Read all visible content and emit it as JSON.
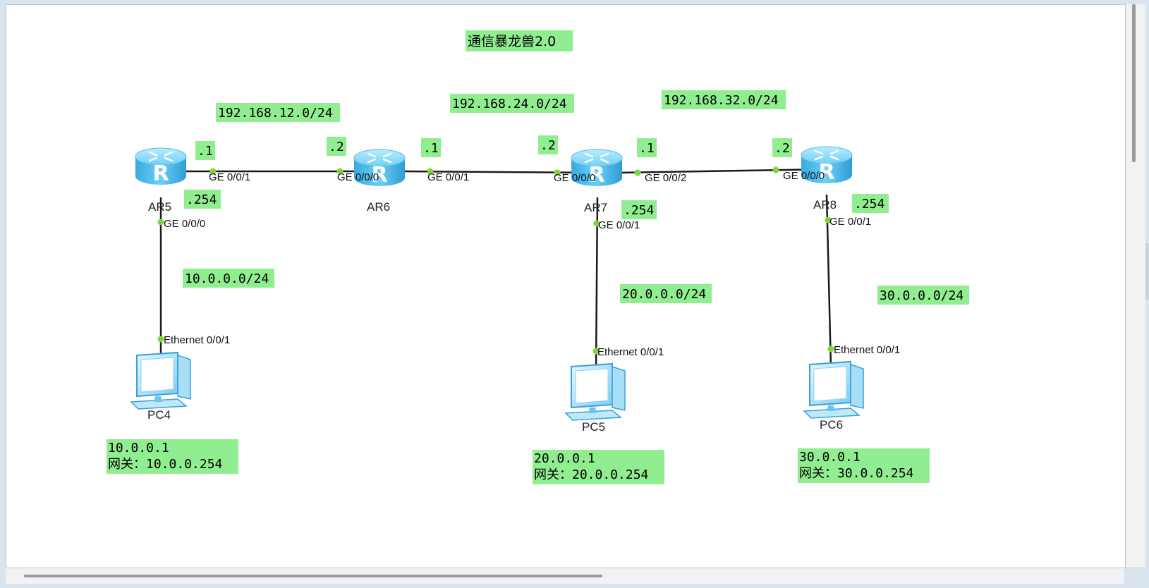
{
  "title": "通信暴龙兽2.0",
  "colors": {
    "label_bg": "#90ee90",
    "port_dot": "#7dd63a",
    "link": "#1a1a1a",
    "router": "#5cc8f0"
  },
  "subnets": {
    "r5_r6": "192.168.12.0/24",
    "r6_r7": "192.168.24.0/24",
    "r7_r8": "192.168.32.0/24",
    "r5_pc4": "10.0.0.0/24",
    "r7_pc5": "20.0.0.0/24",
    "r8_pc6": "30.0.0.0/24"
  },
  "host_octets": {
    "ar5_to_ar6": ".1",
    "ar6_to_ar5": ".2",
    "ar6_to_ar7": ".1",
    "ar7_to_ar6": ".2",
    "ar7_to_ar8": ".1",
    "ar8_to_ar7": ".2",
    "ar5_lan": ".254",
    "ar7_lan": ".254",
    "ar8_lan": ".254"
  },
  "devices": {
    "ar5": "AR5",
    "ar6": "AR6",
    "ar7": "AR7",
    "ar8": "AR8",
    "pc4": "PC4",
    "pc5": "PC5",
    "pc6": "PC6"
  },
  "ports": {
    "ar5_g001": "GE 0/0/1",
    "ar5_g000": "GE 0/0/0",
    "ar6_g000": "GE 0/0/0",
    "ar6_g001": "GE 0/0/1",
    "ar7_g000": "GE 0/0/0",
    "ar7_g002": "GE 0/0/2",
    "ar7_g001": "GE 0/0/1",
    "ar8_g000": "GE 0/0/0",
    "ar8_g001": "GE 0/0/1",
    "pc4_eth": "Ethernet 0/0/1",
    "pc5_eth": "Ethernet 0/0/1",
    "pc6_eth": "Ethernet 0/0/1"
  },
  "pc_config": {
    "pc4_ip": "10.0.0.1",
    "pc4_gw": "网关：10.0.0.254",
    "pc5_ip": "20.0.0.1",
    "pc5_gw": "网关：20.0.0.254",
    "pc6_ip": "30.0.0.1",
    "pc6_gw": "网关：30.0.0.254"
  }
}
